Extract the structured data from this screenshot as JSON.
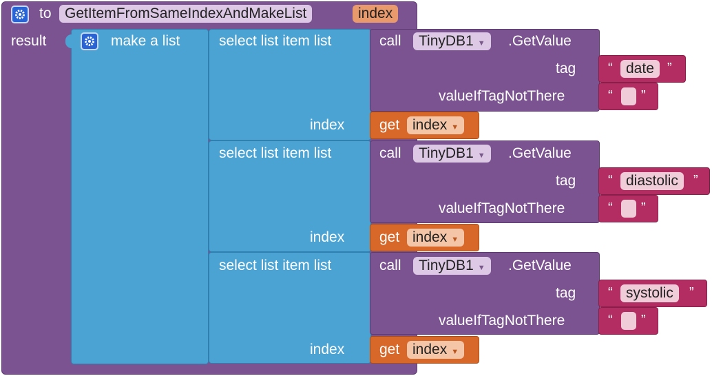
{
  "procedure": {
    "to_label": "to",
    "name": "GetItemFromSameIndexAndMakeList",
    "param": "index",
    "result_label": "result"
  },
  "make_list_label": "make a list",
  "items": [
    {
      "select_label": "select list item  list",
      "call_label": "call",
      "component": "TinyDB1",
      "method": ".GetValue",
      "tag_label": "tag",
      "tag_value": "date",
      "value_if_label": "valueIfTagNotThere",
      "index_label": "index",
      "get_label": "get",
      "get_var": "index"
    },
    {
      "select_label": "select list item  list",
      "call_label": "call",
      "component": "TinyDB1",
      "method": ".GetValue",
      "tag_label": "tag",
      "tag_value": "diastolic",
      "value_if_label": "valueIfTagNotThere",
      "index_label": "index",
      "get_label": "get",
      "get_var": "index"
    },
    {
      "select_label": "select list item  list",
      "call_label": "call",
      "component": "TinyDB1",
      "method": ".GetValue",
      "tag_label": "tag",
      "tag_value": "systolic",
      "value_if_label": "valueIfTagNotThere",
      "index_label": "index",
      "get_label": "get",
      "get_var": "index"
    }
  ],
  "quote_open": "“",
  "quote_close": "”",
  "colors": {
    "procedure": "#7c5391",
    "list": "#4ba3d4",
    "variable": "#d8682a",
    "text": "#b32d63"
  },
  "icons": [
    "gear-icon",
    "dropdown-arrow-icon"
  ]
}
